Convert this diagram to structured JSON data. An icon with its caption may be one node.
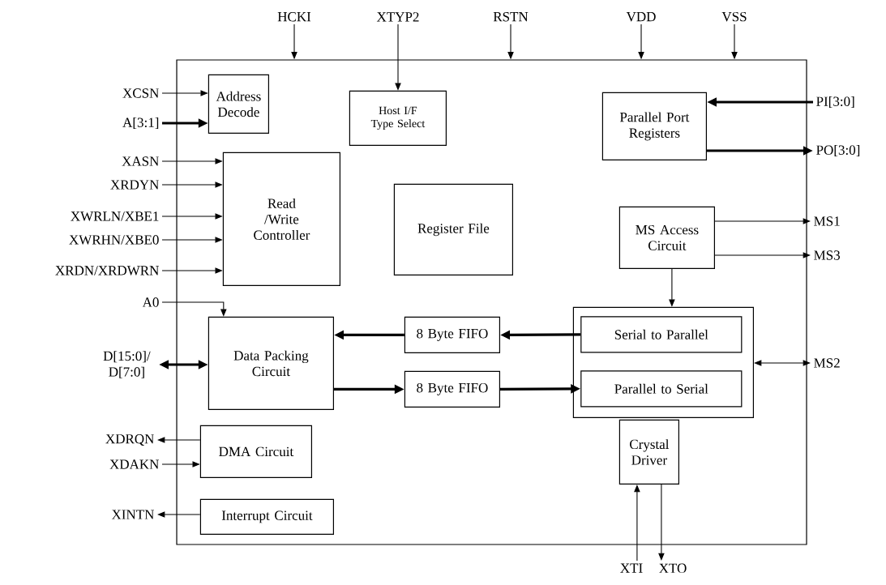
{
  "diagram": {
    "nodes": [
      {
        "text": [],
        "shape": "box"
      },
      {
        "text": [
          "Address Decode"
        ],
        "in": 0
      },
      {
        "text": [
          "Host I/F Type Select"
        ],
        "in": 0
      },
      {
        "text": [
          "Parallel Port Registers"
        ],
        "in": 0
      },
      {
        "text": [
          "Read /Write Controller"
        ],
        "in": 0
      },
      {
        "text": [
          "Register File"
        ],
        "in": 0
      },
      {
        "text": [
          "MS Access Circuit"
        ],
        "in": 0
      },
      {
        "text": [
          "Data Packing Circuit"
        ],
        "in": 0
      },
      {
        "text": [
          "8 Byte FIFO"
        ],
        "in": 0
      },
      {
        "text": [],
        "shape": "box",
        "in": 0
      },
      {
        "text": [
          "Serial to Parallel"
        ],
        "in": 9
      },
      {
        "text": [
          "8 Byte FIFO"
        ],
        "in": 0
      },
      {
        "text": [
          "Parallel to Serial"
        ],
        "in": 9
      },
      {
        "text": [
          "DMA Circuit"
        ],
        "in": 0
      },
      {
        "text": [
          "Crystal Driver"
        ],
        "in": 0
      },
      {
        "text": [
          "Interrupt Circuit"
        ],
        "in": 0
      },
      {
        "text": [
          "HCKI"
        ]
      },
      {
        "text": [
          "XTYP2"
        ]
      },
      {
        "text": [
          "RSTN"
        ]
      },
      {
        "text": [
          "VDD"
        ]
      },
      {
        "text": [
          "VSS"
        ]
      },
      {
        "text": [
          "XCSN"
        ]
      },
      {
        "text": [
          "A[3:1]"
        ]
      },
      {
        "text": [
          "XASN"
        ]
      },
      {
        "text": [
          "XRDYN"
        ]
      },
      {
        "text": [
          "XWRLN/XBE1"
        ]
      },
      {
        "text": [
          "XWRHN/XBE0"
        ]
      },
      {
        "text": [
          "XRDN/XRDWRN"
        ]
      },
      {
        "text": [
          "A0"
        ]
      },
      {
        "text": [
          "D[15:0]/ D[7:0]"
        ]
      },
      {
        "text": [
          "XDRQN"
        ]
      },
      {
        "text": [
          "XDAKN"
        ]
      },
      {
        "text": [
          "XINTN"
        ]
      },
      {
        "text": [
          "PI[3:0]"
        ]
      },
      {
        "text": [
          "PO[3:0]"
        ]
      },
      {
        "text": [
          "MS1"
        ]
      },
      {
        "text": [
          "MS3"
        ]
      },
      {
        "text": [
          "MS2"
        ]
      },
      {
        "text": [
          "XTI"
        ]
      },
      {
        "text": [
          "XTO"
        ]
      }
    ],
    "edges": [
      {
        "from": 16,
        "to": 0,
        "arrow": "to"
      },
      {
        "from": 17,
        "to": 2,
        "arrow": "to"
      },
      {
        "from": 18,
        "to": 0,
        "arrow": "to"
      },
      {
        "from": 19,
        "to": 0,
        "arrow": "to"
      },
      {
        "from": 20,
        "to": 0,
        "arrow": "to"
      },
      {
        "from": 21,
        "to": 1,
        "arrow": "to"
      },
      {
        "from": 22,
        "to": 1,
        "arrow": "to",
        "style": "thick"
      },
      {
        "from": 23,
        "to": 4,
        "arrow": "to"
      },
      {
        "from": 24,
        "to": 4,
        "arrow": "to"
      },
      {
        "from": 25,
        "to": 4,
        "arrow": "to"
      },
      {
        "from": 26,
        "to": 4,
        "arrow": "to"
      },
      {
        "from": 27,
        "to": 4,
        "arrow": "to"
      },
      {
        "from": 28,
        "to": 7,
        "arrow": "to"
      },
      {
        "from": 29,
        "to": 7,
        "arrow": "both",
        "style": "thick"
      },
      {
        "from": 33,
        "to": 3,
        "arrow": "to",
        "style": "thick"
      },
      {
        "from": 3,
        "to": 34,
        "arrow": "to",
        "style": "thick"
      },
      {
        "from": 6,
        "to": 35,
        "arrow": "to"
      },
      {
        "from": 6,
        "to": 36,
        "arrow": "to"
      },
      {
        "from": 6,
        "to": 9,
        "arrow": "to"
      },
      {
        "from": 9,
        "to": 37,
        "arrow": "both"
      },
      {
        "from": 10,
        "to": 8,
        "arrow": "to",
        "style": "thick"
      },
      {
        "from": 8,
        "to": 7,
        "arrow": "to",
        "style": "thick"
      },
      {
        "from": 7,
        "to": 11,
        "arrow": "to",
        "style": "thick"
      },
      {
        "from": 11,
        "to": 12,
        "arrow": "to",
        "style": "thick"
      },
      {
        "from": 13,
        "to": 30,
        "arrow": "to"
      },
      {
        "from": 31,
        "to": 13,
        "arrow": "to"
      },
      {
        "from": 38,
        "to": 14,
        "arrow": "to"
      },
      {
        "from": 14,
        "to": 39,
        "arrow": "to"
      },
      {
        "from": 15,
        "to": 32,
        "arrow": "to"
      }
    ]
  }
}
